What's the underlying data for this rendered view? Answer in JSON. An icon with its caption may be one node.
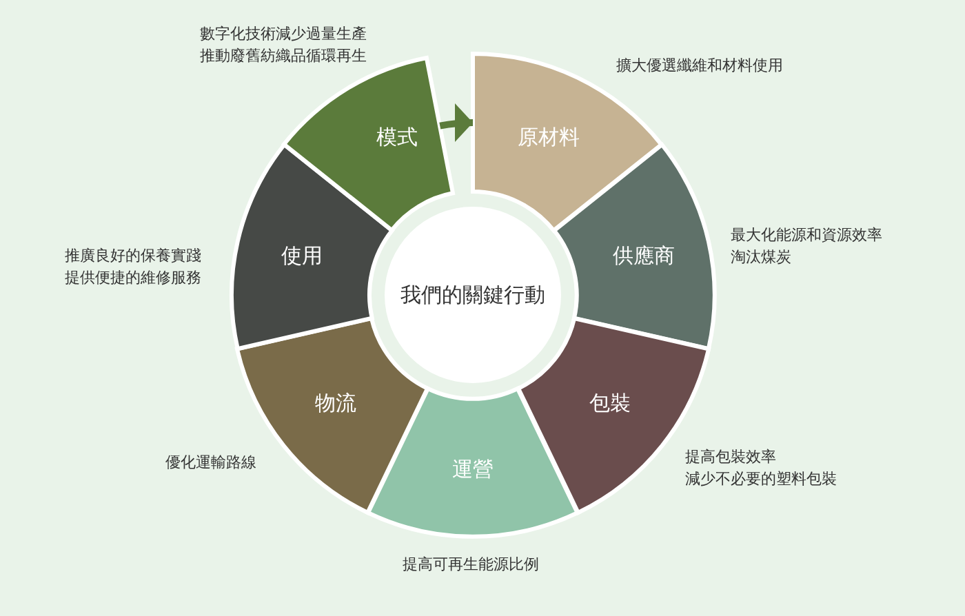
{
  "diagram": {
    "nodes": [
      {
        "text": [
          "我們的關鍵行動"
        ]
      },
      {
        "text": [
          "原材料"
        ],
        "beside": [
          "擴大優選纖維和材料使用"
        ]
      },
      {
        "text": [
          "供應商"
        ],
        "beside": [
          "最大化能源和資源效率",
          "淘汰煤炭"
        ]
      },
      {
        "text": [
          "包裝"
        ],
        "beside": [
          "提高包裝效率",
          "減少不必要的塑料包裝"
        ]
      },
      {
        "text": [
          "運營"
        ],
        "beside": [
          "提高可再生能源比例"
        ]
      },
      {
        "text": [
          "物流"
        ],
        "beside": [
          "優化運輸路線"
        ]
      },
      {
        "text": [
          "使用"
        ],
        "beside": [
          "推廣良好的保養實踐",
          "提供便捷的維修服務"
        ]
      },
      {
        "text": [
          "模式"
        ],
        "beside": [
          "數字化技術減少過量生產",
          "推動廢舊紡織品循環再生"
        ]
      }
    ],
    "edges": [
      {
        "from": 7,
        "to": 1,
        "arrow": "to"
      }
    ]
  }
}
